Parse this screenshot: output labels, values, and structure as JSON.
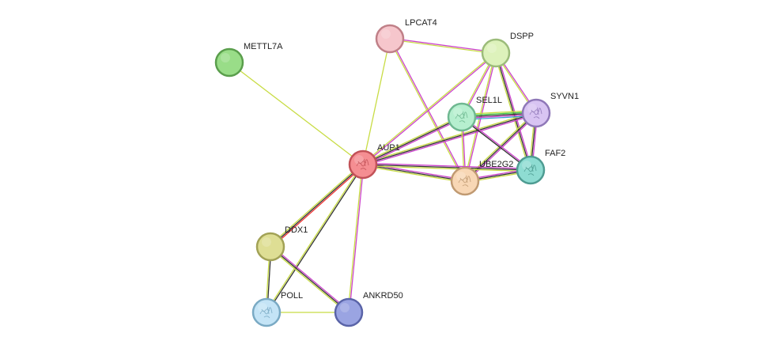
{
  "network": {
    "nodes": [
      {
        "id": "METTL7A",
        "label": "METTL7A",
        "fill": "#99dd88",
        "stroke": "#5a9e4c",
        "texture": false
      },
      {
        "id": "LPCAT4",
        "label": "LPCAT4",
        "fill": "#f6c6cc",
        "stroke": "#c08088",
        "texture": false
      },
      {
        "id": "DSPP",
        "label": "DSPP",
        "fill": "#ddf2bb",
        "stroke": "#9cbc7a",
        "texture": false
      },
      {
        "id": "SYVN1",
        "label": "SYVN1",
        "fill": "#d8c4f2",
        "stroke": "#8f78b8",
        "texture": true
      },
      {
        "id": "SEL1L",
        "label": "SEL1L",
        "fill": "#b6efcf",
        "stroke": "#6fb891",
        "texture": true
      },
      {
        "id": "AUP1",
        "label": "AUP1",
        "fill": "#f58e92",
        "stroke": "#c25258",
        "texture": true
      },
      {
        "id": "UBE2G2",
        "label": "UBE2G2",
        "fill": "#f8d7b5",
        "stroke": "#c09a72",
        "texture": true
      },
      {
        "id": "FAF2",
        "label": "FAF2",
        "fill": "#8edcd2",
        "stroke": "#4e9c92",
        "texture": true
      },
      {
        "id": "DDX1",
        "label": "DDX1",
        "fill": "#dede94",
        "stroke": "#a2a256",
        "texture": false
      },
      {
        "id": "POLL",
        "label": "POLL",
        "fill": "#c4e4f6",
        "stroke": "#7aaac4",
        "texture": true
      },
      {
        "id": "ANKRD50",
        "label": "ANKRD50",
        "fill": "#9aa4e2",
        "stroke": "#5a64a8",
        "texture": false
      }
    ],
    "edges": [
      {
        "source": "METTL7A",
        "target": "AUP1",
        "colors": [
          "#c8dc44"
        ]
      },
      {
        "source": "LPCAT4",
        "target": "AUP1",
        "colors": [
          "#c8dc44"
        ]
      },
      {
        "source": "LPCAT4",
        "target": "DSPP",
        "colors": [
          "#cc44cc",
          "#c8dc44"
        ]
      },
      {
        "source": "LPCAT4",
        "target": "UBE2G2",
        "colors": [
          "#cc44cc",
          "#c8dc44"
        ]
      },
      {
        "source": "DSPP",
        "target": "AUP1",
        "colors": [
          "#cc44cc",
          "#c8dc44"
        ]
      },
      {
        "source": "DSPP",
        "target": "FAF2",
        "colors": [
          "#cc44cc",
          "#333333",
          "#c8dc44"
        ]
      },
      {
        "source": "DSPP",
        "target": "SEL1L",
        "colors": [
          "#cc44cc",
          "#c8dc44"
        ]
      },
      {
        "source": "DSPP",
        "target": "SYVN1",
        "colors": [
          "#cc44cc",
          "#c8dc44"
        ]
      },
      {
        "source": "DSPP",
        "target": "UBE2G2",
        "colors": [
          "#cc44cc",
          "#c8dc44"
        ]
      },
      {
        "source": "SYVN1",
        "target": "AUP1",
        "colors": [
          "#cc44cc",
          "#333333",
          "#c8dc44"
        ]
      },
      {
        "source": "SYVN1",
        "target": "SEL1L",
        "colors": [
          "#3aa6d6",
          "#cc44cc",
          "#333333",
          "#44cc44",
          "#c8dc44"
        ]
      },
      {
        "source": "SYVN1",
        "target": "FAF2",
        "colors": [
          "#cc44cc",
          "#333333",
          "#c8dc44"
        ]
      },
      {
        "source": "SYVN1",
        "target": "UBE2G2",
        "colors": [
          "#cc44cc",
          "#333333",
          "#c8dc44"
        ]
      },
      {
        "source": "SEL1L",
        "target": "AUP1",
        "colors": [
          "#cc44cc",
          "#333333",
          "#c8dc44"
        ]
      },
      {
        "source": "SEL1L",
        "target": "FAF2",
        "colors": [
          "#cc44cc",
          "#333333"
        ]
      },
      {
        "source": "SEL1L",
        "target": "UBE2G2",
        "colors": [
          "#cc44cc",
          "#c8dc44"
        ]
      },
      {
        "source": "AUP1",
        "target": "UBE2G2",
        "colors": [
          "#cc44cc",
          "#333333",
          "#c8dc44"
        ]
      },
      {
        "source": "AUP1",
        "target": "FAF2",
        "colors": [
          "#cc44cc",
          "#333333",
          "#c8dc44"
        ]
      },
      {
        "source": "UBE2G2",
        "target": "FAF2",
        "colors": [
          "#cc44cc",
          "#333333",
          "#c8dc44"
        ]
      },
      {
        "source": "AUP1",
        "target": "DDX1",
        "colors": [
          "#ee3333",
          "#333333",
          "#c8dc44"
        ]
      },
      {
        "source": "AUP1",
        "target": "POLL",
        "colors": [
          "#333333",
          "#c8dc44"
        ]
      },
      {
        "source": "AUP1",
        "target": "ANKRD50",
        "colors": [
          "#cc44cc",
          "#c8dc44"
        ]
      },
      {
        "source": "DDX1",
        "target": "POLL",
        "colors": [
          "#333333",
          "#c8dc44"
        ]
      },
      {
        "source": "DDX1",
        "target": "ANKRD50",
        "colors": [
          "#cc44cc",
          "#333333",
          "#c8dc44"
        ]
      },
      {
        "source": "POLL",
        "target": "ANKRD50",
        "colors": [
          "#c8dc44"
        ]
      }
    ]
  }
}
